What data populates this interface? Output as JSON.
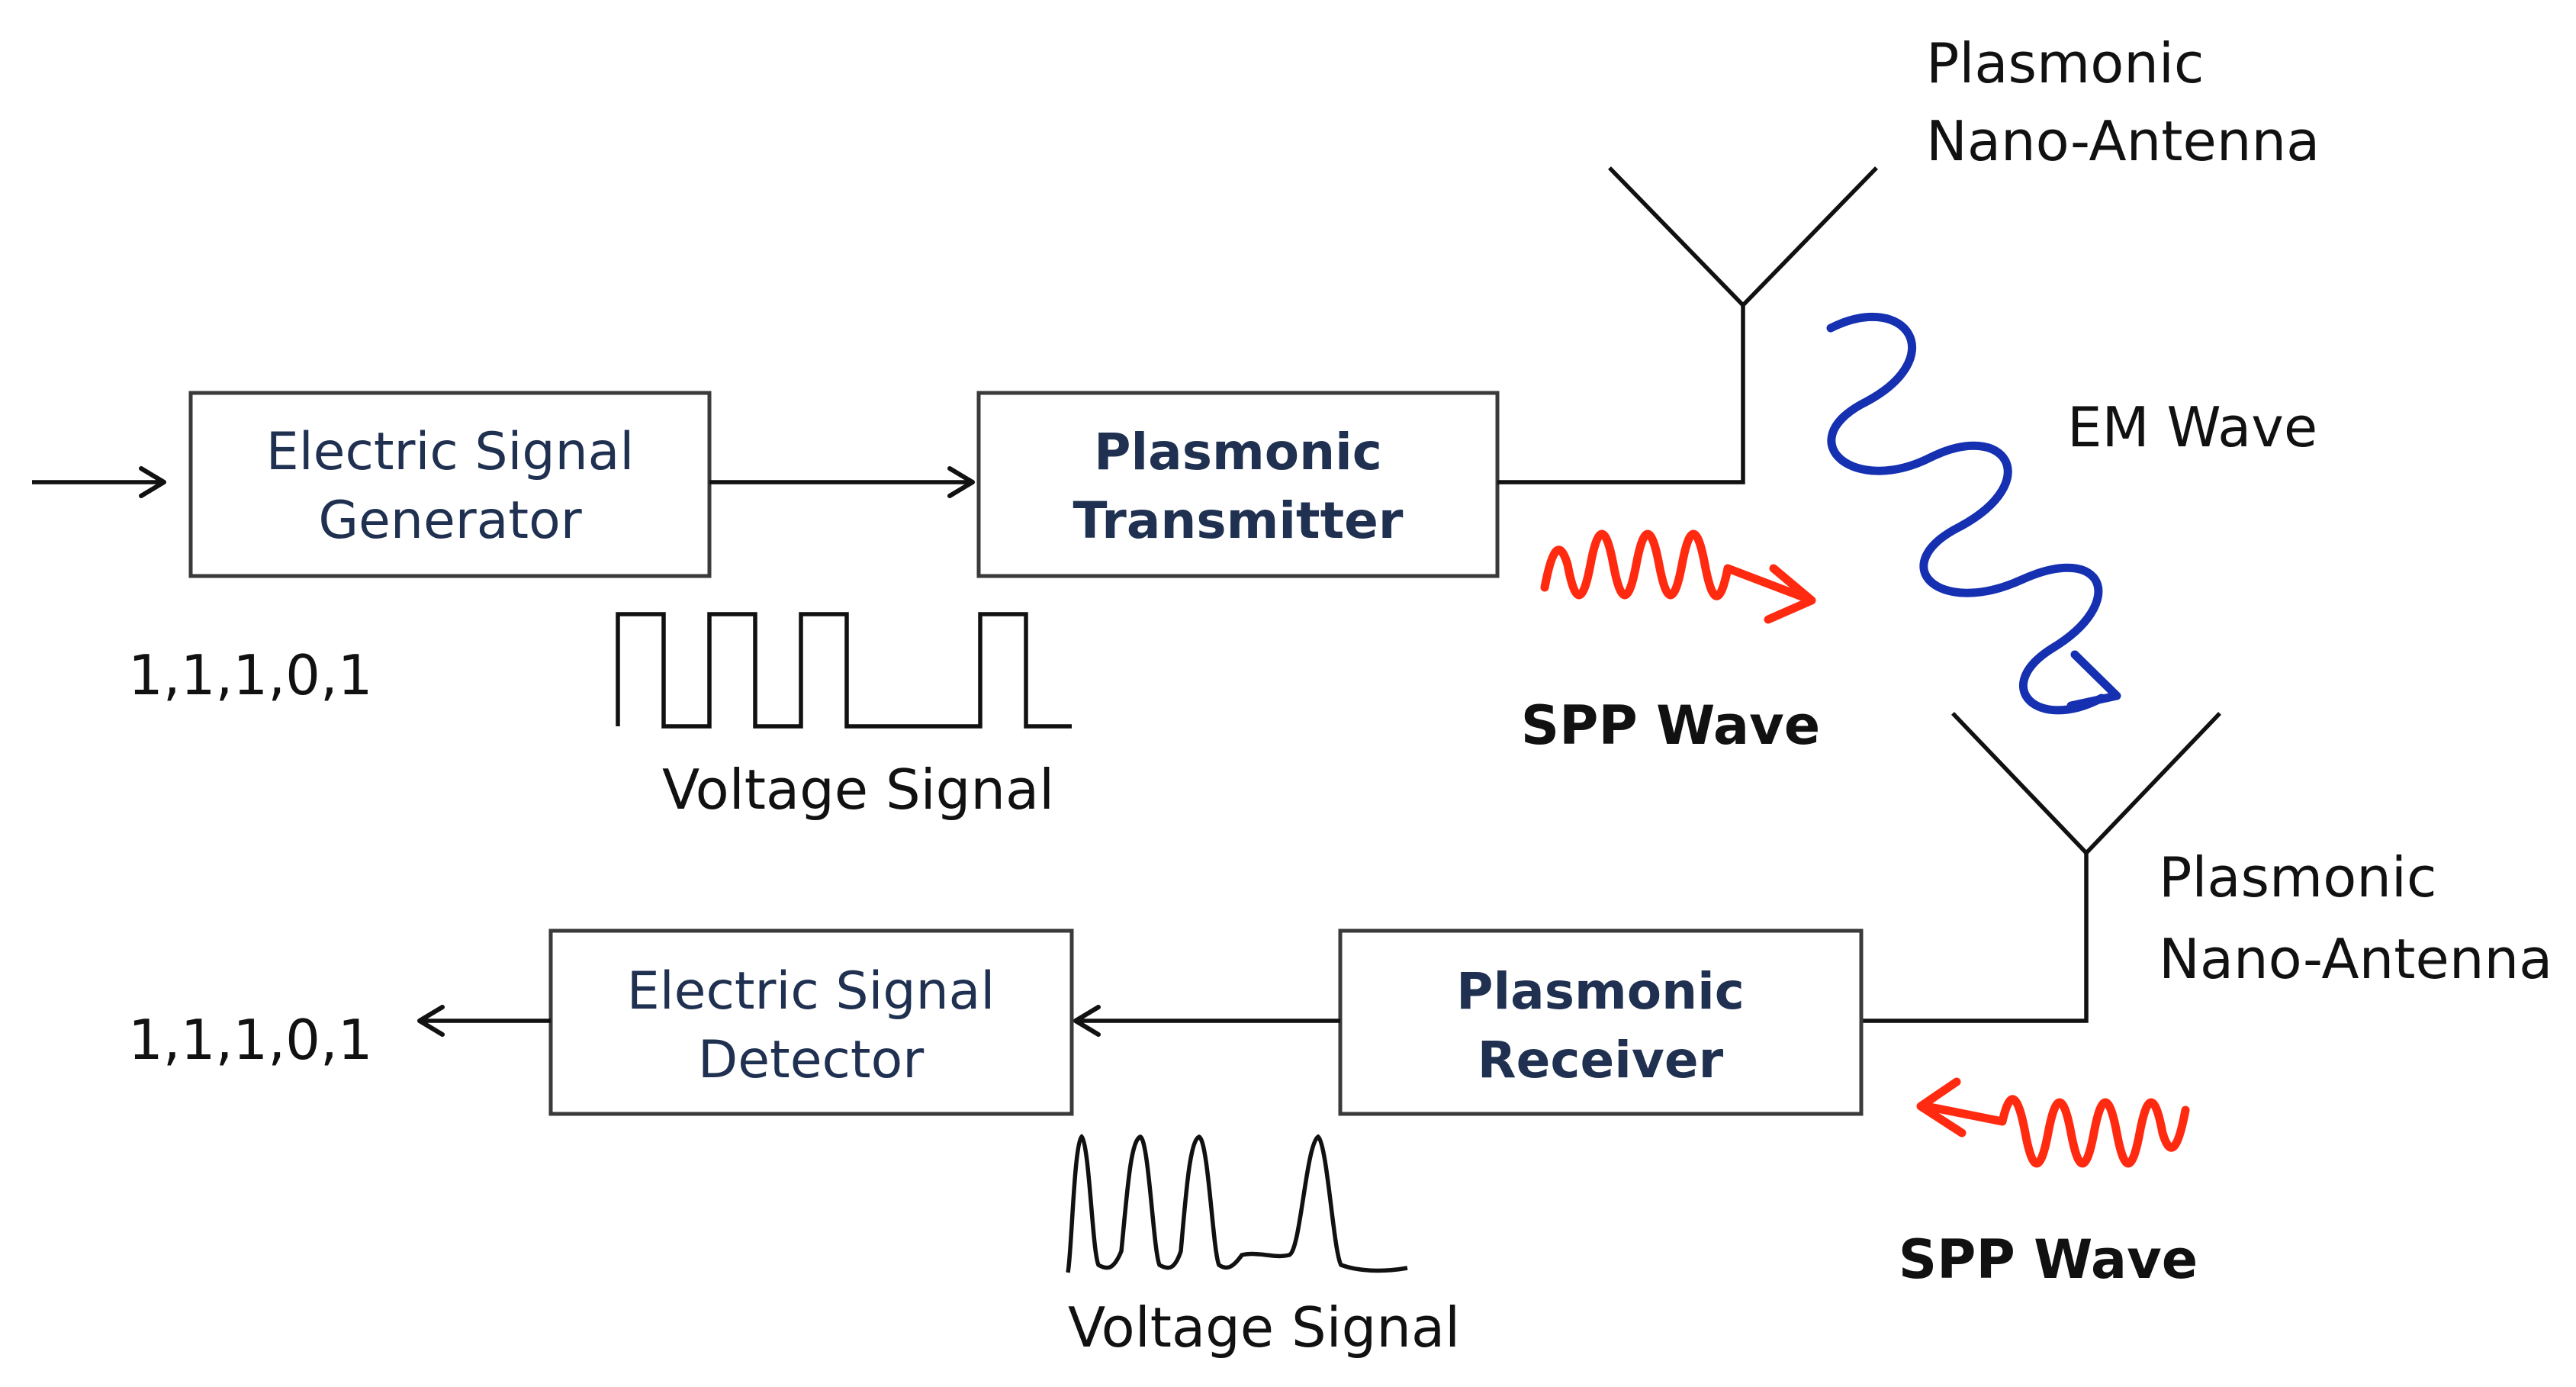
{
  "blocks": {
    "generator": {
      "line1": "Electric Signal",
      "line2": "Generator"
    },
    "transmitter": {
      "line1": "Plasmonic",
      "line2": "Transmitter"
    },
    "receiver": {
      "line1": "Plasmonic",
      "line2": "Receiver"
    },
    "detector": {
      "line1": "Electric Signal",
      "line2": "Detector"
    }
  },
  "antennas": {
    "transmit": {
      "line1": "Plasmonic",
      "line2": "Nano-Antenna"
    },
    "receive": {
      "line1": "Plasmonic",
      "line2": "Nano-Antenna"
    }
  },
  "labels": {
    "input_bits": "1,1,1,0,1",
    "output_bits": "1,1,1,0,1",
    "voltage_signal_top": "Voltage Signal",
    "voltage_signal_bottom": "Voltage Signal",
    "spp_wave_top": "SPP Wave",
    "spp_wave_bottom": "SPP Wave",
    "em_wave": "EM Wave"
  },
  "colors": {
    "spp_wave": "#ff2a10",
    "em_wave": "#1530b0",
    "box_text": "#1f3050"
  }
}
